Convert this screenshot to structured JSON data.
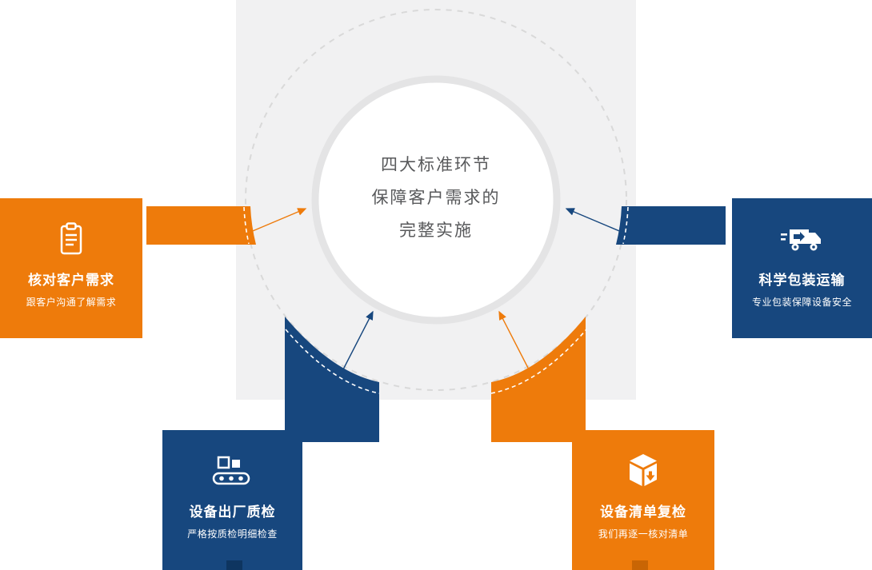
{
  "center": {
    "title_lines": [
      "四大标准环节",
      "保障客户需求的",
      "完整实施"
    ]
  },
  "steps": [
    {
      "title": "核对客户需求",
      "subtitle": "跟客户沟通了解需求",
      "icon": "clipboard-icon",
      "color": "#EE7B0B"
    },
    {
      "title": "科学包装运输",
      "subtitle": "专业包装保障设备安全",
      "icon": "truck-icon",
      "color": "#17477E"
    },
    {
      "title": "设备出厂质检",
      "subtitle": "严格按质检明细检查",
      "icon": "conveyor-icon",
      "color": "#17477E"
    },
    {
      "title": "设备清单复检",
      "subtitle": "我们再逐一核对清单",
      "icon": "package-icon",
      "color": "#EE7B0B"
    }
  ],
  "colors": {
    "orange": "#EE7B0B",
    "navy": "#17477E",
    "panel_bg": "#F1F1F2",
    "dashed_circle": "#D9D9D9",
    "circle_ring": "#E4E4E5",
    "center_text": "#58595B"
  }
}
